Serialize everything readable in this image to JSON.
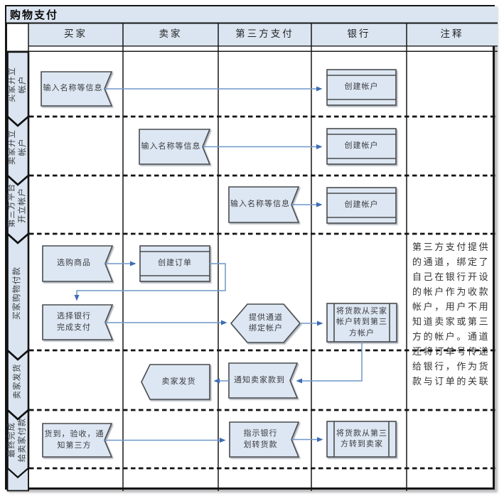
{
  "title": "购物支付",
  "columns": [
    "买家",
    "卖家",
    "第三方支付",
    "银行",
    "注释"
  ],
  "lanes": [
    "买家开立\n帐户",
    "卖家开立\n帐户",
    "第三方平台\n开立帐户",
    "买家购物付款",
    "卖家发货",
    "最终完成\n给卖家付款"
  ],
  "nodes": {
    "buyer_input_info": "输入名称等信息",
    "bank_create_account_buyer": "创建帐户",
    "seller_input_info": "输入名称等信息",
    "bank_create_account_seller": "创建帐户",
    "third_input_info": "输入名称等信息",
    "bank_create_account_third": "创建帐户",
    "buyer_select_goods": "选购商品",
    "seller_create_order": "创建订单",
    "buyer_choose_bank_pay": "选择银行\n完成支付",
    "third_provide_channel": "提供通道\n绑定帐户",
    "bank_transfer_buyer_to_third": "将货款从买家\n帐户转到第三\n方帐户",
    "seller_ship_goods": "卖家发货",
    "third_notify_seller_paid": "通知卖家款到",
    "buyer_goods_received": "货到，验收，通\n知第三方",
    "third_instruct_bank": "指示银行\n划转货款",
    "bank_transfer_third_to_seller": "将货款从第三\n方转到卖家"
  },
  "note": "第三方支付提供的通道，绑定了自己在银行开设的帐户作为收款帐户，用户不用知道卖家或第三方的帐户。通道还将订单号传递给银行，作为货款与订单的关联",
  "colors": {
    "lane_fill": "#dbe5f1",
    "shape_fill": "#dde7f3",
    "shape_border": "#4a4b4d",
    "grid": "#161616",
    "connector": "#6f97c9",
    "arrow_head": "#3f6db5"
  }
}
